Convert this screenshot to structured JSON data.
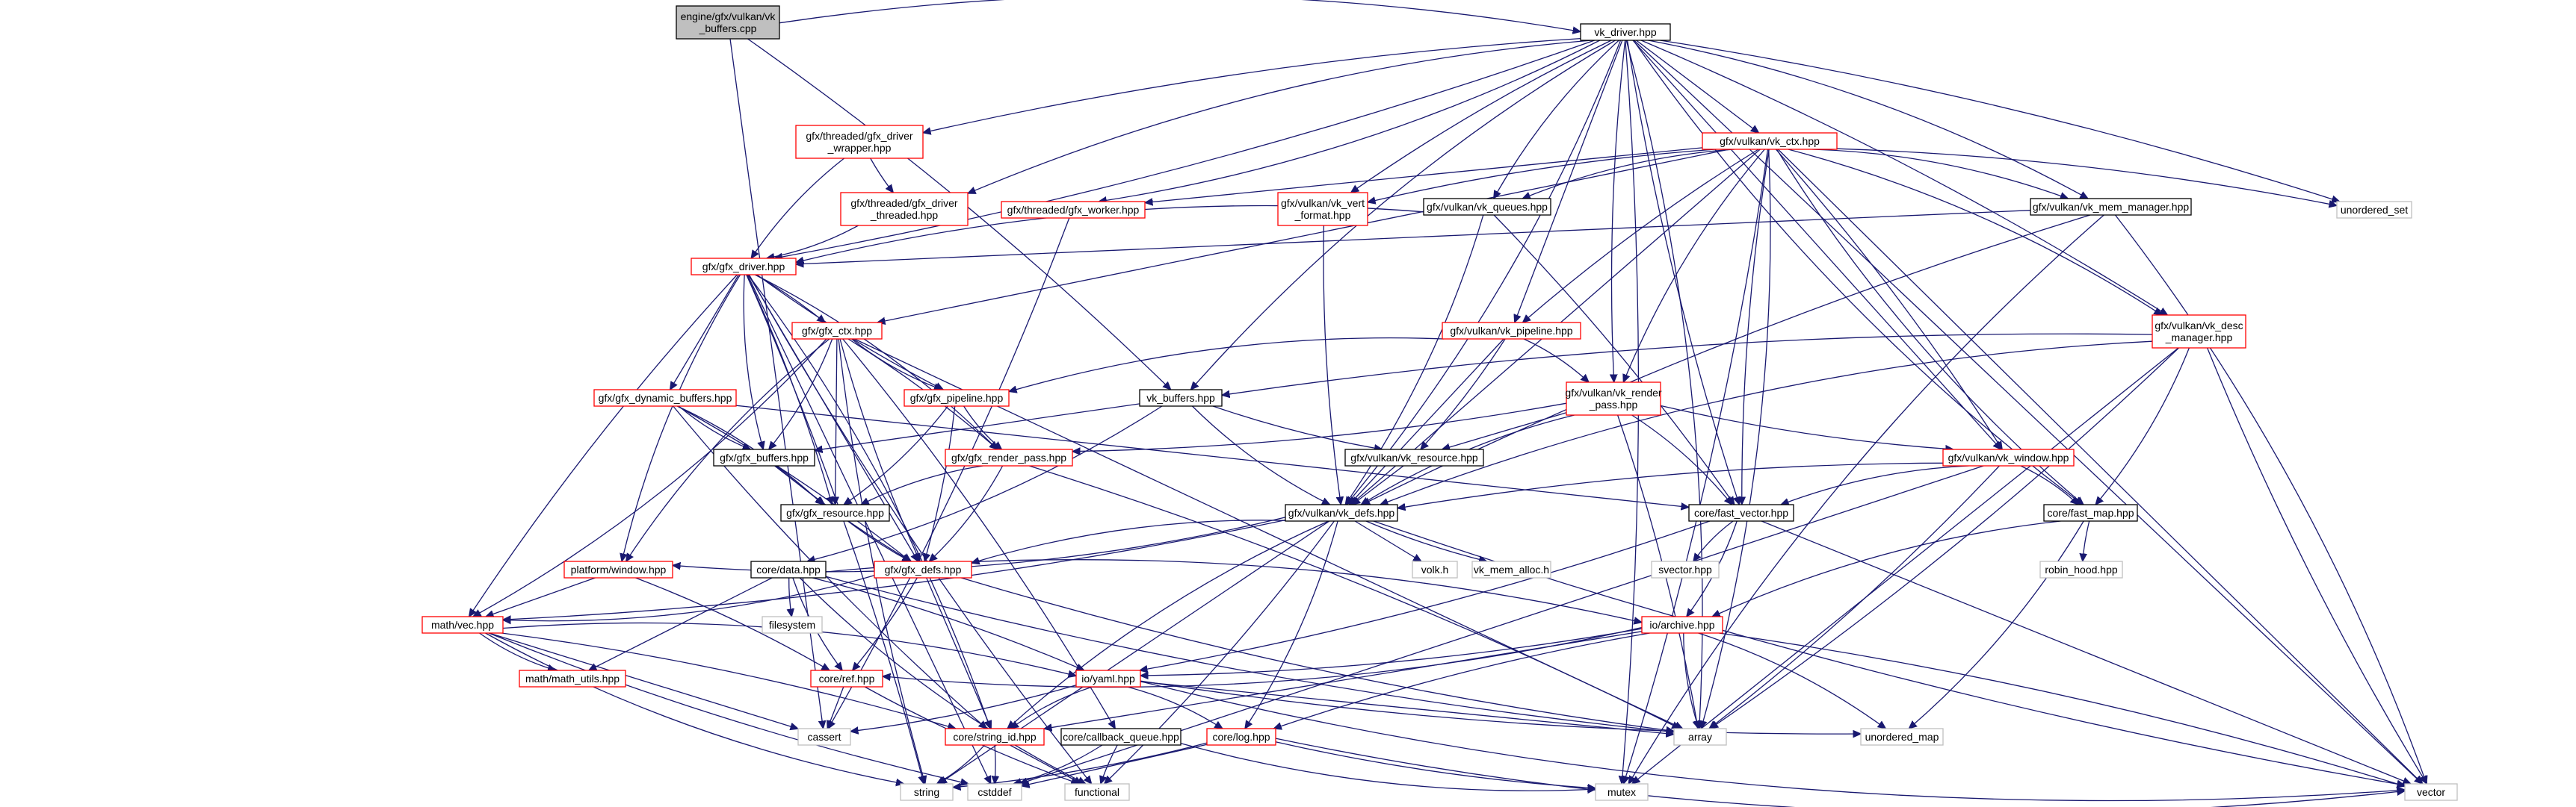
{
  "colors": {
    "edge": "#191970",
    "root_fill": "#bfbfbf",
    "root_border": "#000000",
    "documented_border": "#000000",
    "truncated_border": "#ff0000",
    "external_border": "#bfbfbf",
    "text": "#000000"
  },
  "nodes": [
    {
      "id": "root",
      "lines": [
        "engine/gfx/vulkan/vk",
        "_buffers.cpp"
      ],
      "kind": "root"
    },
    {
      "id": "vk_driver",
      "lines": [
        "vk_driver.hpp"
      ],
      "kind": "documented"
    },
    {
      "id": "gfx_driver_wrapper",
      "lines": [
        "gfx/threaded/gfx_driver",
        "_wrapper.hpp"
      ],
      "kind": "truncated"
    },
    {
      "id": "gfx_driver_threaded",
      "lines": [
        "gfx/threaded/gfx_driver",
        "_threaded.hpp"
      ],
      "kind": "truncated"
    },
    {
      "id": "gfx_worker",
      "lines": [
        "gfx/threaded/gfx_worker.hpp"
      ],
      "kind": "truncated"
    },
    {
      "id": "vk_ctx",
      "lines": [
        "gfx/vulkan/vk_ctx.hpp"
      ],
      "kind": "truncated"
    },
    {
      "id": "vk_vert_format",
      "lines": [
        "gfx/vulkan/vk_vert",
        "_format.hpp"
      ],
      "kind": "truncated"
    },
    {
      "id": "vk_queues",
      "lines": [
        "gfx/vulkan/vk_queues.hpp"
      ],
      "kind": "documented"
    },
    {
      "id": "vk_mem_manager",
      "lines": [
        "gfx/vulkan/vk_mem_manager.hpp"
      ],
      "kind": "documented"
    },
    {
      "id": "unordered_set",
      "lines": [
        "unordered_set"
      ],
      "kind": "external"
    },
    {
      "id": "gfx_driver",
      "lines": [
        "gfx/gfx_driver.hpp"
      ],
      "kind": "truncated"
    },
    {
      "id": "gfx_ctx",
      "lines": [
        "gfx/gfx_ctx.hpp"
      ],
      "kind": "truncated"
    },
    {
      "id": "vk_pipeline",
      "lines": [
        "gfx/vulkan/vk_pipeline.hpp"
      ],
      "kind": "truncated"
    },
    {
      "id": "vk_desc_manager",
      "lines": [
        "gfx/vulkan/vk_desc",
        "_manager.hpp"
      ],
      "kind": "truncated"
    },
    {
      "id": "gfx_dynamic_buffers",
      "lines": [
        "gfx/gfx_dynamic_buffers.hpp"
      ],
      "kind": "truncated"
    },
    {
      "id": "gfx_pipeline",
      "lines": [
        "gfx/gfx_pipeline.hpp"
      ],
      "kind": "truncated"
    },
    {
      "id": "vk_buffers",
      "lines": [
        "vk_buffers.hpp"
      ],
      "kind": "documented"
    },
    {
      "id": "vk_render_pass",
      "lines": [
        "gfx/vulkan/vk_render",
        "_pass.hpp"
      ],
      "kind": "truncated"
    },
    {
      "id": "gfx_buffers",
      "lines": [
        "gfx/gfx_buffers.hpp"
      ],
      "kind": "documented"
    },
    {
      "id": "gfx_render_pass",
      "lines": [
        "gfx/gfx_render_pass.hpp"
      ],
      "kind": "truncated"
    },
    {
      "id": "vk_resource",
      "lines": [
        "gfx/vulkan/vk_resource.hpp"
      ],
      "kind": "documented"
    },
    {
      "id": "vk_window",
      "lines": [
        "gfx/vulkan/vk_window.hpp"
      ],
      "kind": "truncated"
    },
    {
      "id": "gfx_resource",
      "lines": [
        "gfx/gfx_resource.hpp"
      ],
      "kind": "documented"
    },
    {
      "id": "vk_defs",
      "lines": [
        "gfx/vulkan/vk_defs.hpp"
      ],
      "kind": "documented"
    },
    {
      "id": "fast_vector",
      "lines": [
        "core/fast_vector.hpp"
      ],
      "kind": "documented"
    },
    {
      "id": "fast_map",
      "lines": [
        "core/fast_map.hpp"
      ],
      "kind": "documented"
    },
    {
      "id": "platform_window",
      "lines": [
        "platform/window.hpp"
      ],
      "kind": "truncated"
    },
    {
      "id": "data",
      "lines": [
        "core/data.hpp"
      ],
      "kind": "documented"
    },
    {
      "id": "gfx_defs",
      "lines": [
        "gfx/gfx_defs.hpp"
      ],
      "kind": "truncated"
    },
    {
      "id": "volk",
      "lines": [
        "volk.h"
      ],
      "kind": "external"
    },
    {
      "id": "vk_mem_alloc",
      "lines": [
        "vk_mem_alloc.h"
      ],
      "kind": "external"
    },
    {
      "id": "svector",
      "lines": [
        "svector.hpp"
      ],
      "kind": "external"
    },
    {
      "id": "robin_hood",
      "lines": [
        "robin_hood.hpp"
      ],
      "kind": "external"
    },
    {
      "id": "math_vec",
      "lines": [
        "math/vec.hpp"
      ],
      "kind": "truncated"
    },
    {
      "id": "filesystem",
      "lines": [
        "filesystem"
      ],
      "kind": "external"
    },
    {
      "id": "io_archive",
      "lines": [
        "io/archive.hpp"
      ],
      "kind": "truncated"
    },
    {
      "id": "math_utils",
      "lines": [
        "math/math_utils.hpp"
      ],
      "kind": "truncated"
    },
    {
      "id": "core_ref",
      "lines": [
        "core/ref.hpp"
      ],
      "kind": "truncated"
    },
    {
      "id": "io_yaml",
      "lines": [
        "io/yaml.hpp"
      ],
      "kind": "truncated"
    },
    {
      "id": "cassert",
      "lines": [
        "cassert"
      ],
      "kind": "external"
    },
    {
      "id": "string_id",
      "lines": [
        "core/string_id.hpp"
      ],
      "kind": "truncated"
    },
    {
      "id": "callback_queue",
      "lines": [
        "core/callback_queue.hpp"
      ],
      "kind": "documented"
    },
    {
      "id": "core_log",
      "lines": [
        "core/log.hpp"
      ],
      "kind": "truncated"
    },
    {
      "id": "array",
      "lines": [
        "array"
      ],
      "kind": "external"
    },
    {
      "id": "unordered_map",
      "lines": [
        "unordered_map"
      ],
      "kind": "external"
    },
    {
      "id": "string",
      "lines": [
        "string"
      ],
      "kind": "external"
    },
    {
      "id": "cstddef",
      "lines": [
        "cstddef"
      ],
      "kind": "external"
    },
    {
      "id": "functional",
      "lines": [
        "functional"
      ],
      "kind": "external"
    },
    {
      "id": "mutex",
      "lines": [
        "mutex"
      ],
      "kind": "external"
    },
    {
      "id": "vector",
      "lines": [
        "vector"
      ],
      "kind": "external"
    }
  ],
  "edges": [
    [
      "root",
      "vk_driver"
    ],
    [
      "root",
      "vk_buffers"
    ],
    [
      "root",
      "cassert"
    ],
    [
      "vk_driver",
      "gfx_driver_wrapper"
    ],
    [
      "vk_driver",
      "gfx_driver_threaded"
    ],
    [
      "vk_driver",
      "gfx_worker"
    ],
    [
      "vk_driver",
      "gfx_driver"
    ],
    [
      "vk_driver",
      "vk_ctx"
    ],
    [
      "vk_driver",
      "vk_vert_format"
    ],
    [
      "vk_driver",
      "vk_queues"
    ],
    [
      "vk_driver",
      "vk_mem_manager"
    ],
    [
      "vk_driver",
      "unordered_set"
    ],
    [
      "vk_driver",
      "vk_pipeline"
    ],
    [
      "vk_driver",
      "vk_render_pass"
    ],
    [
      "vk_driver",
      "vk_buffers"
    ],
    [
      "vk_driver",
      "vk_defs"
    ],
    [
      "vk_driver",
      "vk_desc_manager"
    ],
    [
      "vk_driver",
      "vk_window"
    ],
    [
      "vk_driver",
      "fast_vector"
    ],
    [
      "vk_driver",
      "fast_map"
    ],
    [
      "vk_driver",
      "array"
    ],
    [
      "vk_driver",
      "mutex"
    ],
    [
      "vk_driver",
      "vector"
    ],
    [
      "gfx_driver_wrapper",
      "gfx_driver_threaded"
    ],
    [
      "gfx_driver_wrapper",
      "gfx_driver"
    ],
    [
      "gfx_driver_threaded",
      "gfx_driver"
    ],
    [
      "gfx_worker",
      "cassert"
    ],
    [
      "vk_ctx",
      "gfx_worker"
    ],
    [
      "vk_ctx",
      "vk_vert_format"
    ],
    [
      "vk_ctx",
      "vk_queues"
    ],
    [
      "vk_ctx",
      "vk_mem_manager"
    ],
    [
      "vk_ctx",
      "unordered_set"
    ],
    [
      "vk_ctx",
      "gfx_ctx"
    ],
    [
      "vk_ctx",
      "vk_pipeline"
    ],
    [
      "vk_ctx",
      "vk_render_pass"
    ],
    [
      "vk_ctx",
      "vk_desc_manager"
    ],
    [
      "vk_ctx",
      "vk_window"
    ],
    [
      "vk_ctx",
      "vk_defs"
    ],
    [
      "vk_ctx",
      "fast_vector"
    ],
    [
      "vk_ctx",
      "fast_map"
    ],
    [
      "vk_ctx",
      "array"
    ],
    [
      "vk_ctx",
      "mutex"
    ],
    [
      "vk_ctx",
      "vector"
    ],
    [
      "vk_vert_format",
      "vk_defs"
    ],
    [
      "vk_queues",
      "gfx_driver"
    ],
    [
      "vk_queues",
      "vk_defs"
    ],
    [
      "vk_queues",
      "fast_vector"
    ],
    [
      "vk_mem_manager",
      "gfx_driver"
    ],
    [
      "vk_mem_manager",
      "vk_defs"
    ],
    [
      "vk_mem_manager",
      "mutex"
    ],
    [
      "vk_mem_manager",
      "vector"
    ],
    [
      "gfx_driver",
      "gfx_ctx"
    ],
    [
      "gfx_driver",
      "gfx_dynamic_buffers"
    ],
    [
      "gfx_driver",
      "gfx_pipeline"
    ],
    [
      "gfx_driver",
      "gfx_buffers"
    ],
    [
      "gfx_driver",
      "gfx_render_pass"
    ],
    [
      "gfx_driver",
      "gfx_resource"
    ],
    [
      "gfx_driver",
      "gfx_defs"
    ],
    [
      "gfx_driver",
      "math_vec"
    ],
    [
      "gfx_driver",
      "platform_window"
    ],
    [
      "gfx_driver",
      "string_id"
    ],
    [
      "gfx_driver",
      "string"
    ],
    [
      "gfx_driver",
      "cstddef"
    ],
    [
      "gfx_driver",
      "functional"
    ],
    [
      "gfx_ctx",
      "gfx_pipeline"
    ],
    [
      "gfx_ctx",
      "gfx_buffers"
    ],
    [
      "gfx_ctx",
      "gfx_render_pass"
    ],
    [
      "gfx_ctx",
      "gfx_resource"
    ],
    [
      "gfx_ctx",
      "gfx_defs"
    ],
    [
      "gfx_ctx",
      "platform_window"
    ],
    [
      "gfx_ctx",
      "math_vec"
    ],
    [
      "gfx_ctx",
      "callback_queue"
    ],
    [
      "gfx_ctx",
      "array"
    ],
    [
      "gfx_ctx",
      "string"
    ],
    [
      "vk_pipeline",
      "gfx_pipeline"
    ],
    [
      "vk_pipeline",
      "vk_render_pass"
    ],
    [
      "vk_pipeline",
      "vk_resource"
    ],
    [
      "vk_pipeline",
      "vk_defs"
    ],
    [
      "vk_desc_manager",
      "vk_buffers"
    ],
    [
      "vk_desc_manager",
      "vk_defs"
    ],
    [
      "vk_desc_manager",
      "fast_map"
    ],
    [
      "vk_desc_manager",
      "array"
    ],
    [
      "vk_desc_manager",
      "mutex"
    ],
    [
      "vk_desc_manager",
      "vector"
    ],
    [
      "gfx_dynamic_buffers",
      "gfx_buffers"
    ],
    [
      "gfx_dynamic_buffers",
      "gfx_resource"
    ],
    [
      "gfx_dynamic_buffers",
      "gfx_defs"
    ],
    [
      "gfx_dynamic_buffers",
      "fast_vector"
    ],
    [
      "gfx_dynamic_buffers",
      "string_id"
    ],
    [
      "gfx_pipeline",
      "gfx_render_pass"
    ],
    [
      "gfx_pipeline",
      "gfx_resource"
    ],
    [
      "gfx_pipeline",
      "gfx_defs"
    ],
    [
      "vk_buffers",
      "gfx_buffers"
    ],
    [
      "vk_buffers",
      "vk_resource"
    ],
    [
      "vk_buffers",
      "vk_defs"
    ],
    [
      "vk_buffers",
      "data"
    ],
    [
      "vk_render_pass",
      "gfx_render_pass"
    ],
    [
      "vk_render_pass",
      "vk_resource"
    ],
    [
      "vk_render_pass",
      "vk_window"
    ],
    [
      "vk_render_pass",
      "vk_defs"
    ],
    [
      "vk_render_pass",
      "fast_vector"
    ],
    [
      "vk_render_pass",
      "array"
    ],
    [
      "gfx_buffers",
      "gfx_resource"
    ],
    [
      "gfx_buffers",
      "gfx_defs"
    ],
    [
      "gfx_render_pass",
      "gfx_resource"
    ],
    [
      "gfx_render_pass",
      "gfx_defs"
    ],
    [
      "gfx_render_pass",
      "array"
    ],
    [
      "vk_resource",
      "vk_defs"
    ],
    [
      "vk_window",
      "vk_defs"
    ],
    [
      "vk_window",
      "fast_vector"
    ],
    [
      "vk_window",
      "fast_map"
    ],
    [
      "vk_window",
      "array"
    ],
    [
      "vk_window",
      "cstddef"
    ],
    [
      "gfx_resource",
      "gfx_defs"
    ],
    [
      "vk_defs",
      "gfx_defs"
    ],
    [
      "vk_defs",
      "platform_window"
    ],
    [
      "vk_defs",
      "math_vec"
    ],
    [
      "vk_defs",
      "volk"
    ],
    [
      "vk_defs",
      "vk_mem_alloc"
    ],
    [
      "vk_defs",
      "string_id"
    ],
    [
      "vk_defs",
      "core_log"
    ],
    [
      "vk_defs",
      "functional"
    ],
    [
      "vk_defs",
      "string"
    ],
    [
      "vk_defs",
      "vector"
    ],
    [
      "fast_vector",
      "svector"
    ],
    [
      "fast_vector",
      "io_archive"
    ],
    [
      "fast_vector",
      "io_yaml"
    ],
    [
      "fast_vector",
      "vector"
    ],
    [
      "fast_map",
      "robin_hood"
    ],
    [
      "fast_map",
      "io_archive"
    ],
    [
      "fast_map",
      "unordered_map"
    ],
    [
      "platform_window",
      "core_ref"
    ],
    [
      "platform_window",
      "math_vec"
    ],
    [
      "data",
      "filesystem"
    ],
    [
      "data",
      "core_ref"
    ],
    [
      "data",
      "io_archive"
    ],
    [
      "data",
      "io_yaml"
    ],
    [
      "data",
      "math_utils"
    ],
    [
      "data",
      "array"
    ],
    [
      "data",
      "functional"
    ],
    [
      "gfx_defs",
      "math_vec"
    ],
    [
      "gfx_defs",
      "core_ref"
    ],
    [
      "gfx_defs",
      "string_id"
    ],
    [
      "gfx_defs",
      "array"
    ],
    [
      "math_vec",
      "math_utils"
    ],
    [
      "math_vec",
      "io_yaml"
    ],
    [
      "math_vec",
      "string_id"
    ],
    [
      "math_vec",
      "cassert"
    ],
    [
      "math_vec",
      "cstddef"
    ],
    [
      "math_vec",
      "string"
    ],
    [
      "io_archive",
      "core_ref"
    ],
    [
      "io_archive",
      "io_yaml"
    ],
    [
      "io_archive",
      "string_id"
    ],
    [
      "io_archive",
      "core_log"
    ],
    [
      "io_archive",
      "array"
    ],
    [
      "io_archive",
      "unordered_map"
    ],
    [
      "io_archive",
      "vector"
    ],
    [
      "core_ref",
      "cassert"
    ],
    [
      "core_ref",
      "functional"
    ],
    [
      "io_yaml",
      "string_id"
    ],
    [
      "io_yaml",
      "core_log"
    ],
    [
      "io_yaml",
      "cassert"
    ],
    [
      "io_yaml",
      "array"
    ],
    [
      "io_yaml",
      "unordered_map"
    ],
    [
      "io_yaml",
      "vector"
    ],
    [
      "string_id",
      "string"
    ],
    [
      "string_id",
      "cstddef"
    ],
    [
      "string_id",
      "functional"
    ],
    [
      "callback_queue",
      "functional"
    ],
    [
      "callback_queue",
      "mutex"
    ],
    [
      "callback_queue",
      "cstddef"
    ],
    [
      "core_log",
      "string"
    ],
    [
      "core_log",
      "cstddef"
    ],
    [
      "core_log",
      "mutex"
    ],
    [
      "core_log",
      "vector"
    ]
  ]
}
